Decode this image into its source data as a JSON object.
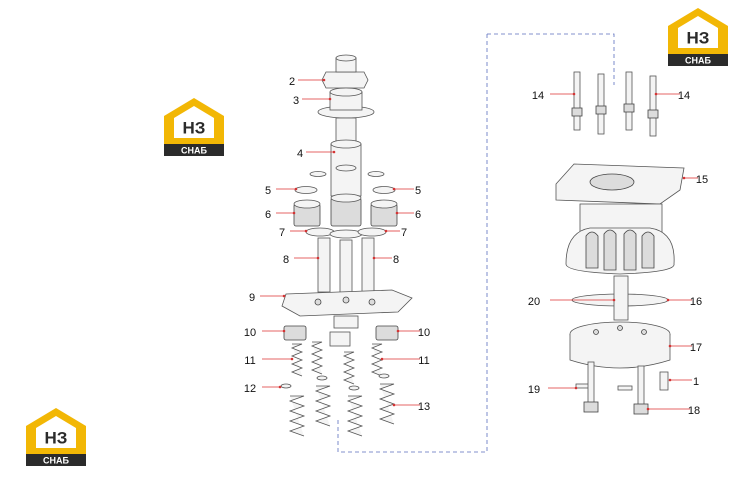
{
  "logos": [
    {
      "id": "top-right",
      "letters": "HЗ",
      "caption": "СНАБ"
    },
    {
      "id": "left-middle",
      "letters": "HЗ",
      "caption": "СНАБ"
    },
    {
      "id": "bottom-left",
      "letters": "HЗ",
      "caption": "СНАБ"
    }
  ],
  "colors": {
    "logo_yellow": "#f2b705",
    "logo_dark": "#2b2b2b",
    "leader_red": "#d33333",
    "dash_blue": "#5b6fbf"
  },
  "callouts": [
    {
      "label": "2"
    },
    {
      "label": "3"
    },
    {
      "label": "4"
    },
    {
      "label": "5"
    },
    {
      "label": "5"
    },
    {
      "label": "6"
    },
    {
      "label": "6"
    },
    {
      "label": "7"
    },
    {
      "label": "7"
    },
    {
      "label": "8"
    },
    {
      "label": "8"
    },
    {
      "label": "9"
    },
    {
      "label": "10"
    },
    {
      "label": "10"
    },
    {
      "label": "11"
    },
    {
      "label": "11"
    },
    {
      "label": "12"
    },
    {
      "label": "13"
    },
    {
      "label": "14"
    },
    {
      "label": "14"
    },
    {
      "label": "15"
    },
    {
      "label": "20"
    },
    {
      "label": "16"
    },
    {
      "label": "17"
    },
    {
      "label": "19"
    },
    {
      "label": "1"
    },
    {
      "label": "18"
    }
  ]
}
